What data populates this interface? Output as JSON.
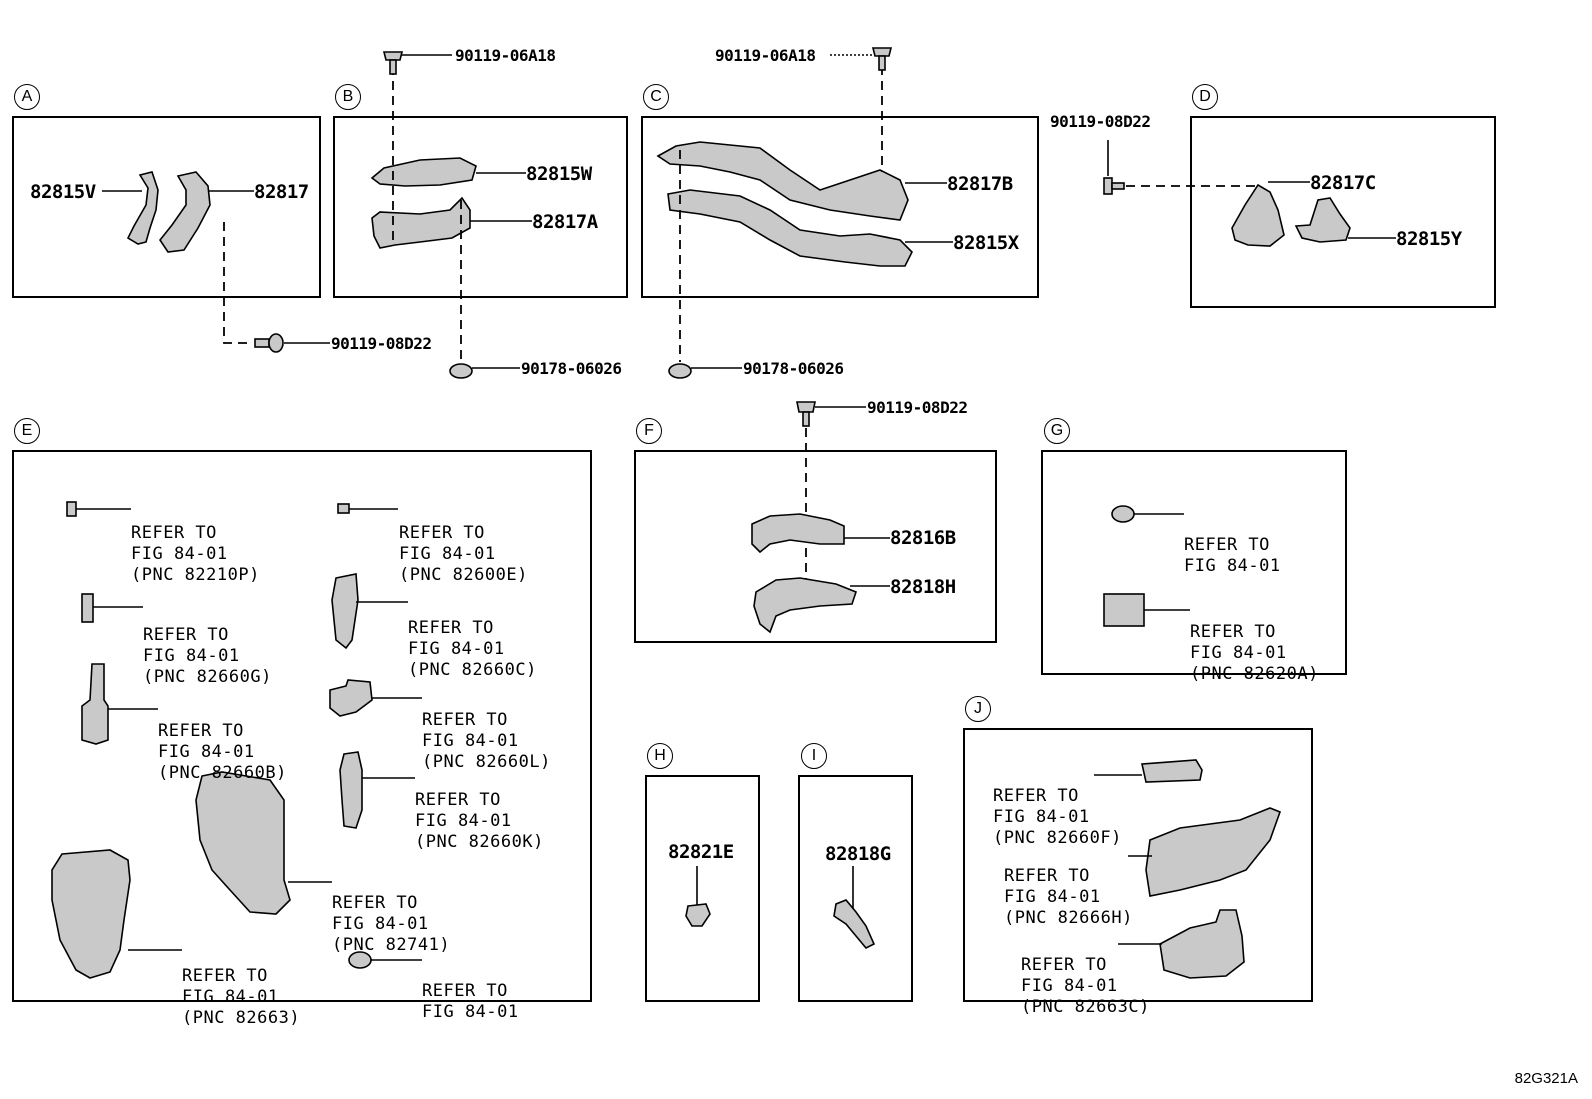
{
  "sections": {
    "A": "A",
    "B": "B",
    "C": "C",
    "D": "D",
    "E": "E",
    "F": "F",
    "G": "G",
    "H": "H",
    "I": "I",
    "J": "J"
  },
  "parts": {
    "p82815V": "82815V",
    "p82817": "82817",
    "p82815W": "82815W",
    "p82817A": "82817A",
    "p82817B": "82817B",
    "p82815X": "82815X",
    "p82817C": "82817C",
    "p82815Y": "82815Y",
    "p82816B": "82816B",
    "p82818H": "82818H",
    "p82821E": "82821E",
    "p82818G": "82818G"
  },
  "fasteners": {
    "b_06A18_left": "90119-06A18",
    "b_06A18_right": "90119-06A18",
    "b_08D22_a": "90119-08D22",
    "b_08D22_d": "90119-08D22",
    "b_08D22_f": "90119-08D22",
    "c_06026_b": "90178-06026",
    "c_06026_c": "90178-06026"
  },
  "refers": {
    "line1": "REFER TO",
    "line2": "FIG 84-01",
    "e1": "(PNC 82210P)",
    "e2": "(PNC 82600E)",
    "e3": "(PNC 82660G)",
    "e4": "(PNC 82660C)",
    "e5": "(PNC 82660B)",
    "e6": "(PNC 82660L)",
    "e7": "(PNC 82660K)",
    "e8": "(PNC 82741)",
    "e9": "(PNC 82663)",
    "g2": "(PNC 82620A)",
    "j1": "(PNC 82660F)",
    "j2": "(PNC 82666H)",
    "j3": "(PNC 82663C)"
  },
  "drawing_code": "82G321A"
}
